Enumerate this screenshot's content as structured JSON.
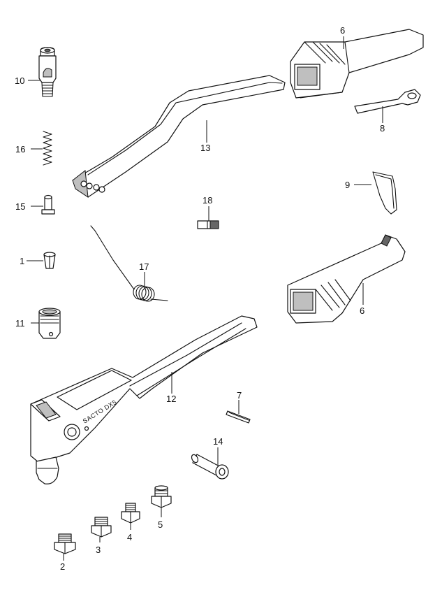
{
  "diagram": {
    "brand_marking": "SACTO DX5",
    "callouts": [
      {
        "id": "callout-10",
        "label": "10",
        "part": "mandrel-head"
      },
      {
        "id": "callout-16",
        "label": "16",
        "part": "spring"
      },
      {
        "id": "callout-15",
        "label": "15",
        "part": "bushing"
      },
      {
        "id": "callout-1",
        "label": "1",
        "part": "jaw"
      },
      {
        "id": "callout-11",
        "label": "11",
        "part": "nosepiece-sleeve"
      },
      {
        "id": "callout-13",
        "label": "13",
        "part": "upper-handle"
      },
      {
        "id": "callout-18",
        "label": "18",
        "part": "small-pin"
      },
      {
        "id": "callout-17",
        "label": "17",
        "part": "torsion-spring"
      },
      {
        "id": "callout-12",
        "label": "12",
        "part": "main-body-handle"
      },
      {
        "id": "callout-6a",
        "label": "6",
        "part": "handle-grip-upper"
      },
      {
        "id": "callout-8",
        "label": "8",
        "part": "wrench"
      },
      {
        "id": "callout-9",
        "label": "9",
        "part": "handle-latch"
      },
      {
        "id": "callout-6b",
        "label": "6",
        "part": "handle-grip-lower"
      },
      {
        "id": "callout-7",
        "label": "7",
        "part": "roll-pin"
      },
      {
        "id": "callout-14",
        "label": "14",
        "part": "pivot-pin"
      },
      {
        "id": "callout-2",
        "label": "2",
        "part": "nosepiece-2"
      },
      {
        "id": "callout-3",
        "label": "3",
        "part": "nosepiece-3"
      },
      {
        "id": "callout-4",
        "label": "4",
        "part": "nosepiece-4"
      },
      {
        "id": "callout-5",
        "label": "5",
        "part": "nosepiece-5"
      }
    ]
  }
}
